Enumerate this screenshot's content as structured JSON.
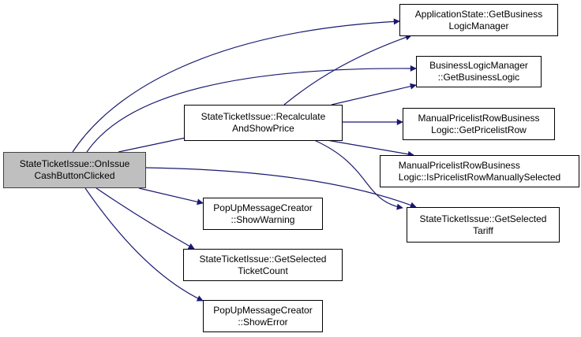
{
  "diagram": {
    "type": "call-graph",
    "edge_color": "#191970",
    "root_fill": "#bfbfbf",
    "nodes": [
      {
        "id": "root",
        "line1": "StateTicketIssue::OnIssue",
        "line2": "CashButtonClicked",
        "root": true
      },
      {
        "id": "recalc",
        "line1": "StateTicketIssue::Recalculate",
        "line2": "AndShowPrice"
      },
      {
        "id": "appstate",
        "line1": "ApplicationState::GetBusiness",
        "line2": "LogicManager"
      },
      {
        "id": "blm",
        "line1": "BusinessLogicManager",
        "line2": "::GetBusinessLogic"
      },
      {
        "id": "getrow",
        "line1": "ManualPricelistRowBusiness",
        "line2": "Logic::GetPricelistRow"
      },
      {
        "id": "isrow",
        "line1": "ManualPricelistRowBusiness",
        "line2": "Logic::IsPricelistRowManuallySelected"
      },
      {
        "id": "tariff",
        "line1": "StateTicketIssue::GetSelected",
        "line2": "Tariff"
      },
      {
        "id": "warning",
        "line1": "PopUpMessageCreator",
        "line2": "::ShowWarning"
      },
      {
        "id": "ticketcount",
        "line1": "StateTicketIssue::GetSelected",
        "line2": "TicketCount"
      },
      {
        "id": "error",
        "line1": "PopUpMessageCreator",
        "line2": "::ShowError"
      }
    ],
    "edges": [
      {
        "from": "root",
        "to": "appstate"
      },
      {
        "from": "root",
        "to": "blm"
      },
      {
        "from": "root",
        "to": "recalc"
      },
      {
        "from": "root",
        "to": "tariff"
      },
      {
        "from": "root",
        "to": "warning"
      },
      {
        "from": "root",
        "to": "ticketcount"
      },
      {
        "from": "root",
        "to": "error"
      },
      {
        "from": "recalc",
        "to": "appstate"
      },
      {
        "from": "recalc",
        "to": "blm"
      },
      {
        "from": "recalc",
        "to": "getrow"
      },
      {
        "from": "recalc",
        "to": "isrow"
      },
      {
        "from": "recalc",
        "to": "tariff"
      }
    ]
  }
}
